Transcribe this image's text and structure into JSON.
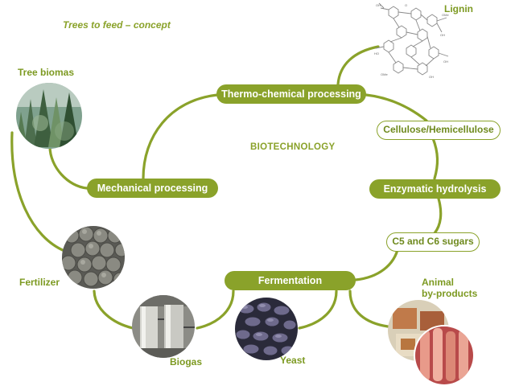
{
  "diagram": {
    "title": "Trees to feed – concept",
    "center_label": "BIOTECHNOLOGY",
    "process_nodes": {
      "thermo": "Thermo-chemical processing",
      "mechanical": "Mechanical processing",
      "enzymatic": "Enzymatic hydrolysis",
      "fermentation": "Fermentation"
    },
    "intermediate_nodes": {
      "cellulose": "Cellulose/Hemicellulose",
      "sugars": "C5 and C6 sugars"
    },
    "product_labels": {
      "lignin": "Lignin",
      "tree_biomass": "Tree biomas",
      "fertilizer": "Fertilizer",
      "biogas": "Biogas",
      "yeast": "Yeast",
      "animal_line1": "Animal",
      "animal_line2": "by-products"
    },
    "colors": {
      "accent": "#8aa22a",
      "text": "#7d9a22",
      "background": "#ffffff"
    },
    "images": [
      "lignin-structure",
      "tree-biomass-photo",
      "fertilizer-pellets-photo",
      "biogas-tanks-photo",
      "yeast-photo",
      "animal-byproducts-photo"
    ]
  }
}
